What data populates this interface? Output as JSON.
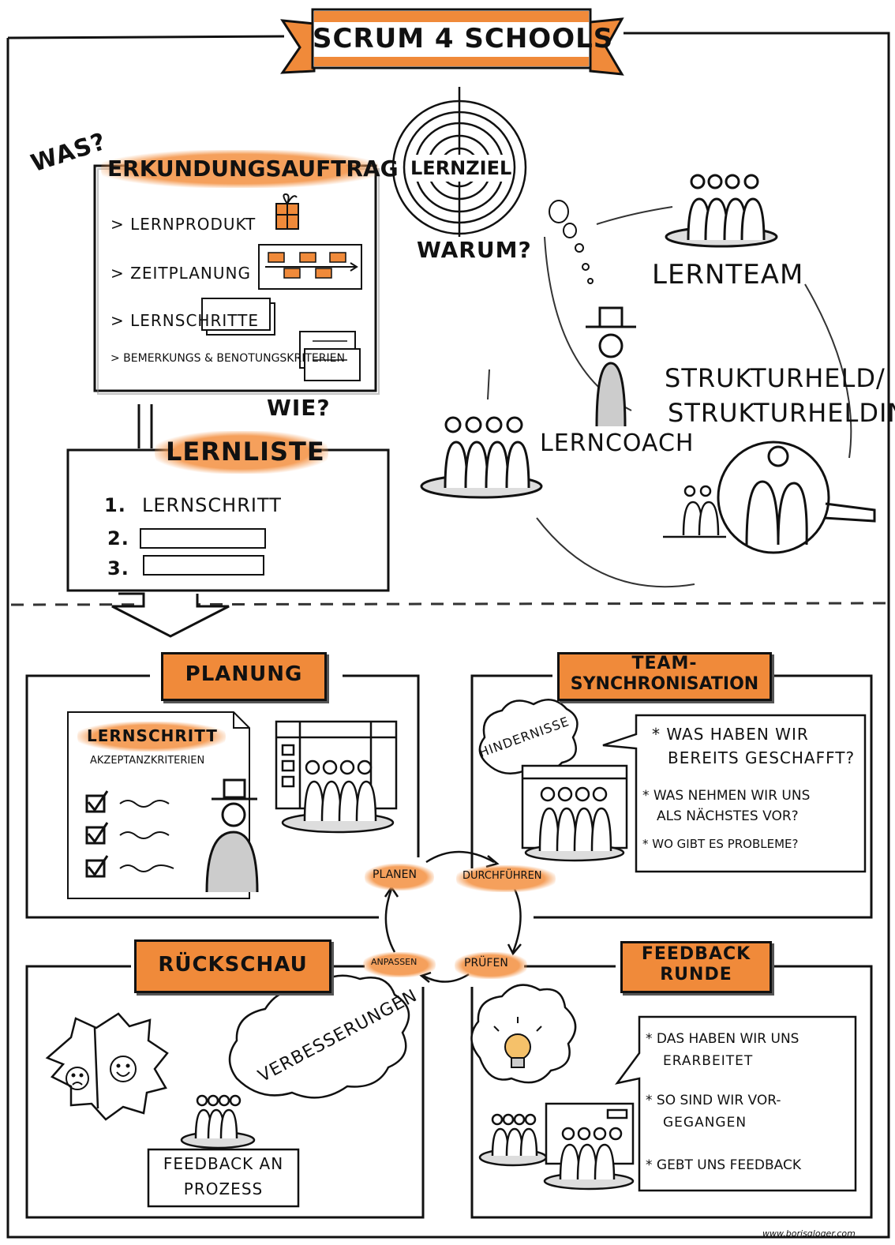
{
  "title": "SCRUM 4 SCHOOLS",
  "top": {
    "was_label": "WAS?",
    "erkundungsauftrag": {
      "title": "ERKUNDUNGSAUFTRAG",
      "items": [
        "> LERNPRODUKT",
        "> ZEITPLANUNG",
        "> LERNSCHRITTE",
        "> BEMERKUNGS & BENOTUNGSKRITERIEN"
      ]
    },
    "lernziel": "LERNZIEL",
    "warum": "WARUM?",
    "wie_label": "WIE?",
    "lernliste": {
      "title": "LERNLISTE",
      "items": [
        "1.",
        "2.",
        "3."
      ],
      "first_item_text": "LERNSCHRITT"
    },
    "lernteam": "LERNTEAM",
    "lerncoach": "LERNCOACH",
    "strukturheld": [
      "STRUKTURHELD/",
      "STRUKTURHELDIN"
    ]
  },
  "cycle": {
    "steps": [
      "PLANEN",
      "DURCHFÜHREN",
      "PRÜFEN",
      "ANPASSEN"
    ]
  },
  "planung": {
    "title": "PLANUNG",
    "card_title": "LERNSCHRITT",
    "card_subtitle": "AKZEPTANZKRITERIEN"
  },
  "team_sync": {
    "title": [
      "TEAM-",
      "SYNCHRONISATION"
    ],
    "cloud": "HINDERNISSE",
    "questions": [
      "* WAS HABEN WIR",
      "BEREITS GESCHAFFT?",
      "* WAS NEHMEN WIR UNS",
      "ALS NÄCHSTES VOR?",
      "* WO GIBT ES PROBLEME?"
    ]
  },
  "rueckschau": {
    "title": "RÜCKSCHAU",
    "cloud": "VERBESSERUNGEN",
    "label": [
      "FEEDBACK AN",
      "PROZESS"
    ]
  },
  "feedback": {
    "title": [
      "FEEDBACK",
      "RUNDE"
    ],
    "points": [
      "* DAS HABEN WIR UNS",
      "ERARBEITET",
      "* SO SIND WIR VOR-",
      "GEGANGEN",
      "* GEBT UNS FEEDBACK"
    ]
  },
  "credit": "www.borisgloger.com",
  "colors": {
    "accent": "#f08a3a",
    "ink": "#111111",
    "shadow": "#9a9a9a"
  }
}
